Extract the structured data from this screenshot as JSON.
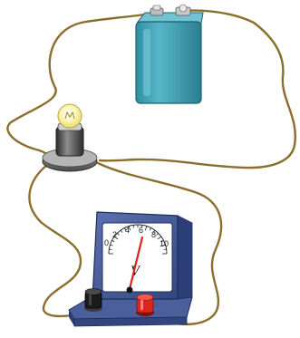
{
  "voltmeter": {
    "unit": "V",
    "scale": [
      {
        "text": "0"
      },
      {
        "text": "2"
      },
      {
        "text": "4"
      },
      {
        "text": "6"
      },
      {
        "text": "8"
      },
      {
        "text": "10"
      }
    ]
  },
  "colors": {
    "wire": "#8a6f2c",
    "battery_body": "#3d9cae",
    "meter_frame": "#3a4f8c",
    "pointer": "#d8231e",
    "terminal_negative": "#1b1b1b",
    "terminal_positive": "#d9261e",
    "bulb_glass": "#f7f3a0"
  }
}
